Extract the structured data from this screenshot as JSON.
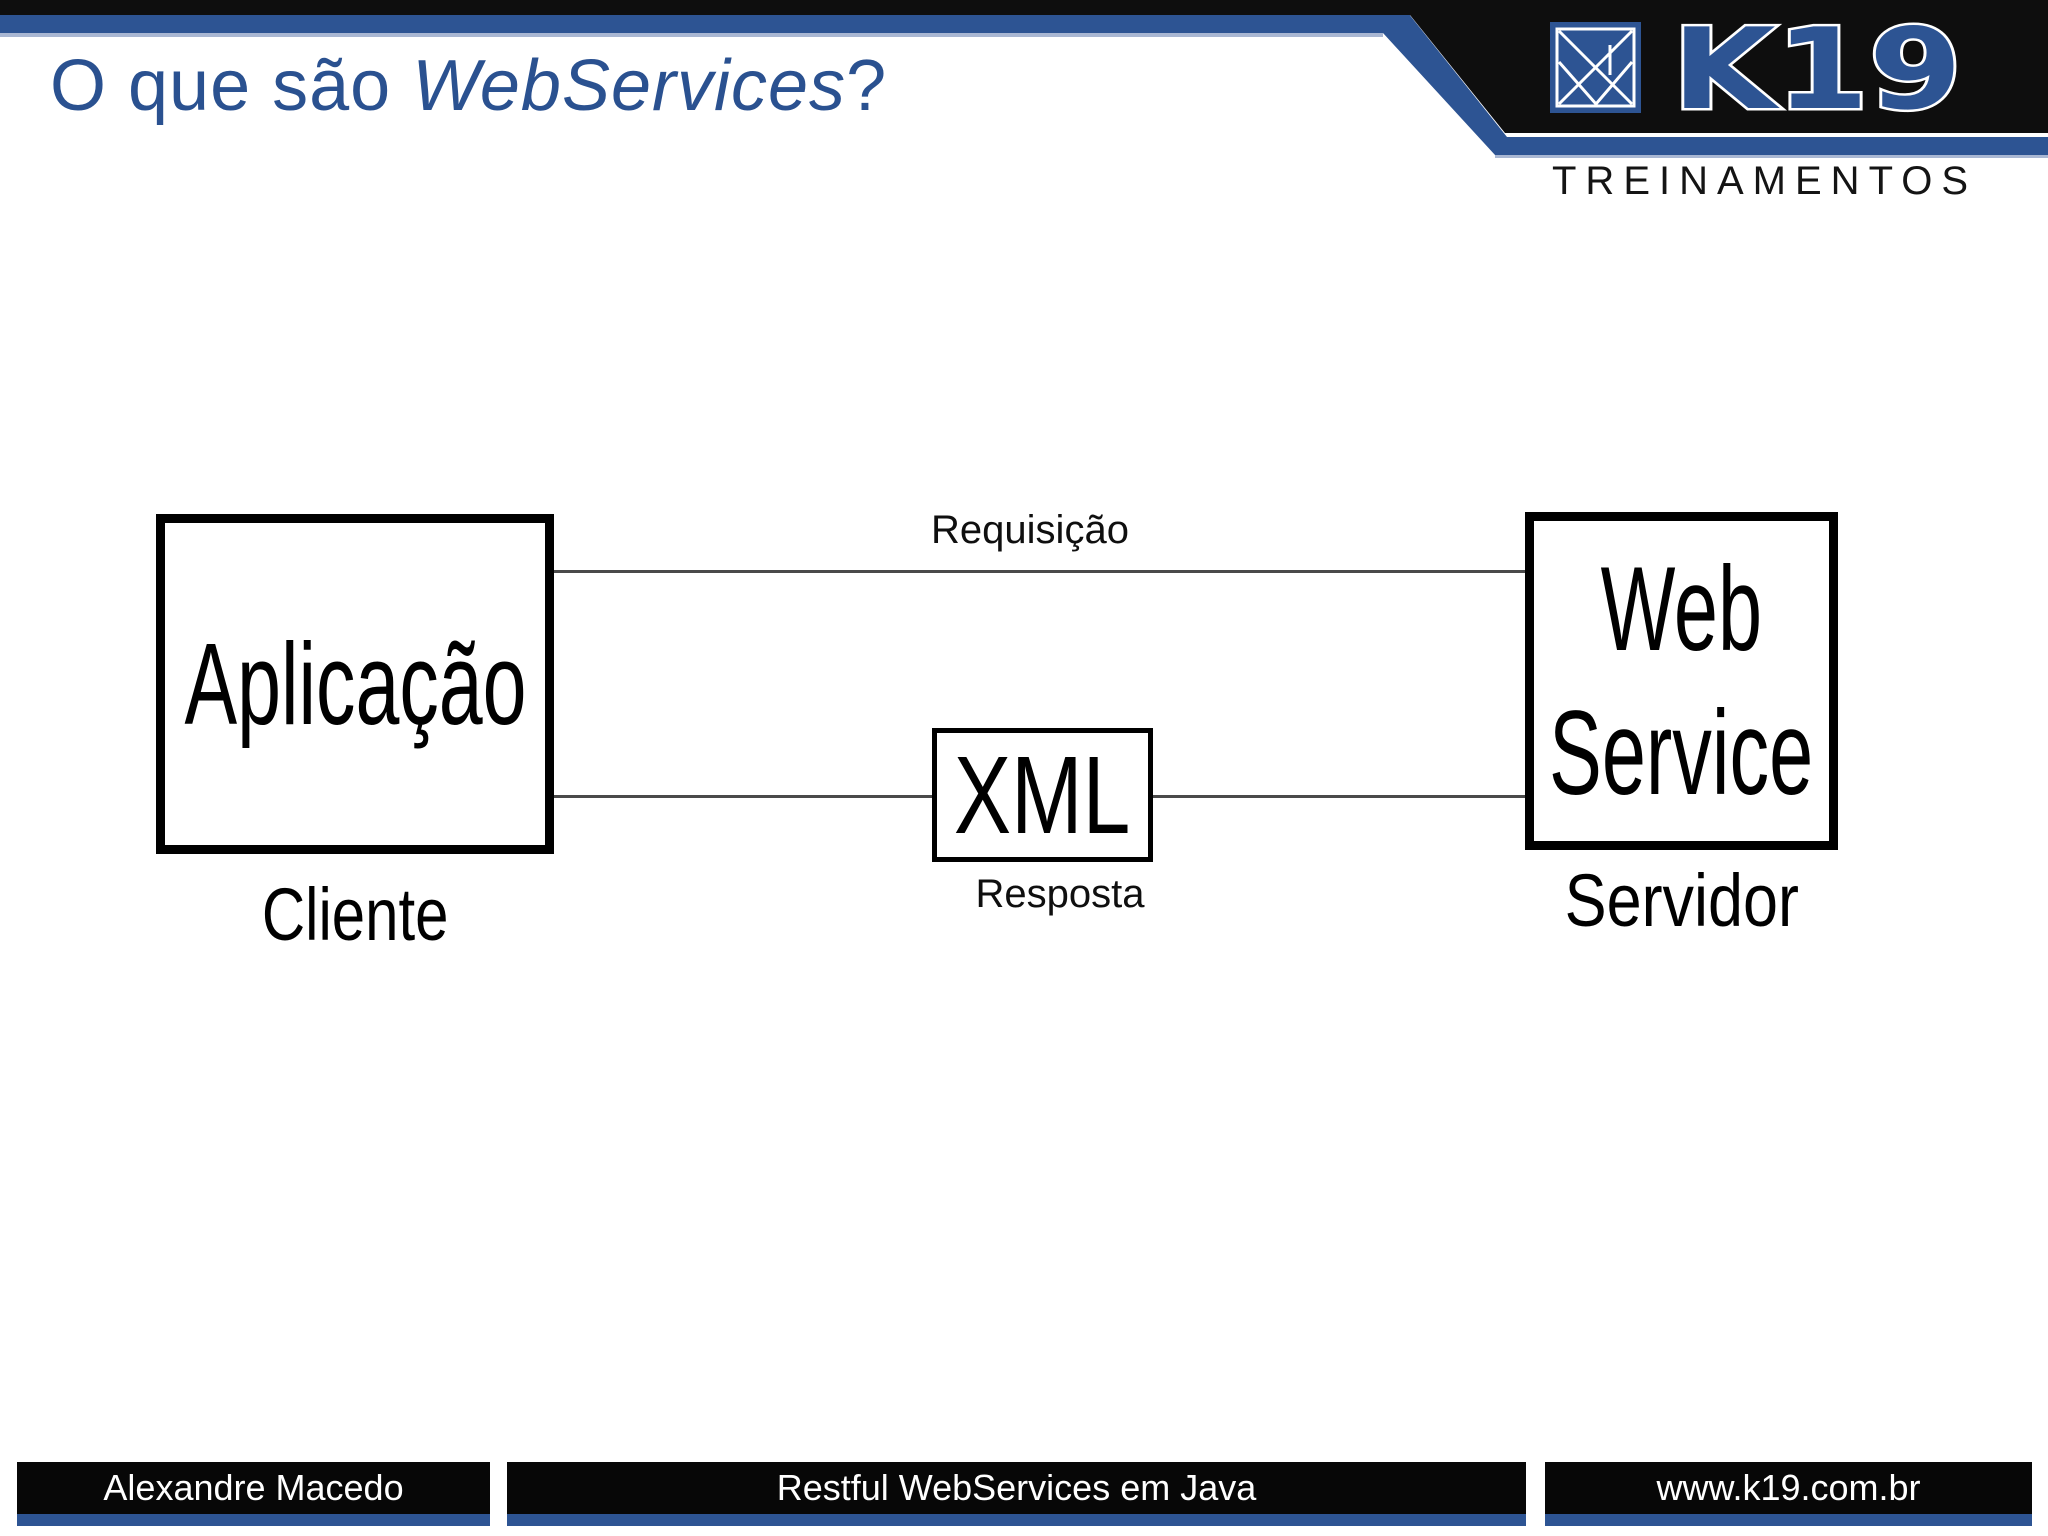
{
  "slide": {
    "title": {
      "prefix": "O que são ",
      "emphasis": "WebServices",
      "suffix": "?"
    },
    "brand": {
      "logo_text": "K19",
      "tagline": "TREINAMENTOS"
    },
    "diagram": {
      "client_box_label": "Aplicação",
      "client_caption": "Cliente",
      "request_label": "Requisição",
      "message_box_label": "XML",
      "response_label": "Resposta",
      "server_box_line1": "Web",
      "server_box_line2": "Service",
      "server_caption": "Servidor"
    },
    "footer": {
      "author": "Alexandre Macedo",
      "course": "Restful WebServices em Java",
      "website": "www.k19.com.br"
    },
    "colors": {
      "accent_blue": "#2d5493",
      "title_blue": "#2a5190",
      "top_bar_black": "#0e0e0e",
      "footer_black": "#070707",
      "connector_gray": "#4a4a4a",
      "light_underline": "#a9b7d3"
    }
  }
}
